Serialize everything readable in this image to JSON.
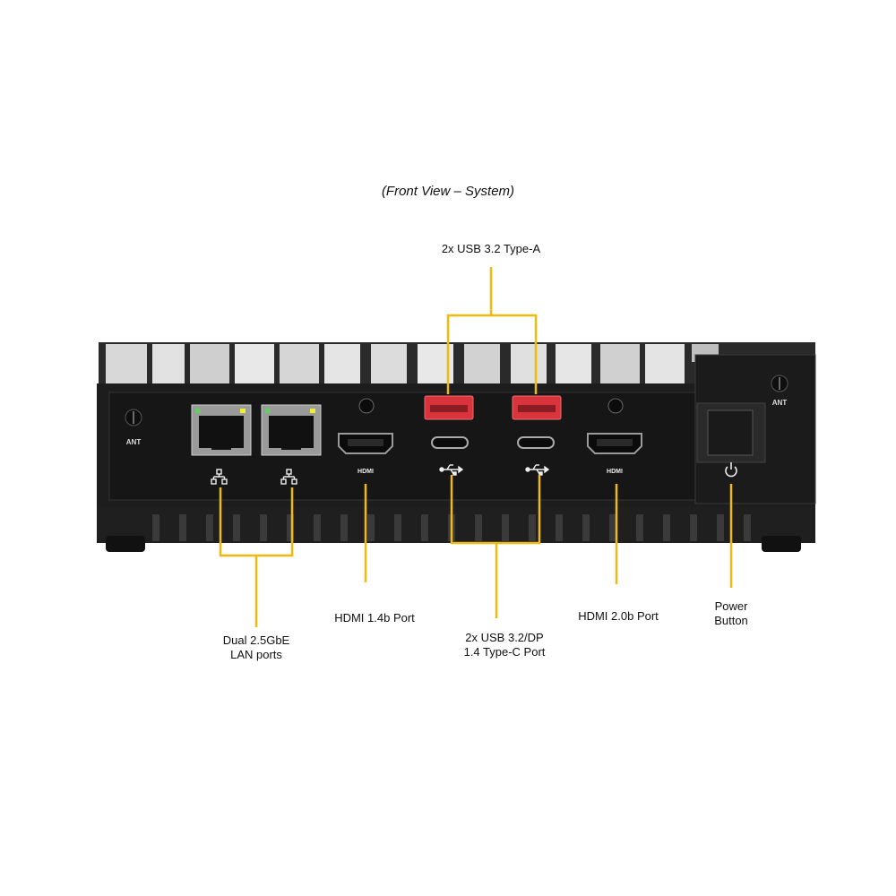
{
  "caption": "(Front View – System)",
  "labels": {
    "usb_a": "2x USB 3.2 Type-A",
    "lan_line1": "Dual 2.5GbE",
    "lan_line2": "LAN ports",
    "hdmi14": "HDMI  1.4b Port",
    "usbc_line1": "2x USB 3.2/DP",
    "usbc_line2": "1.4 Type-C Port",
    "hdmi20": "HDMI  2.0b Port",
    "power_line1": "Power",
    "power_line2": "Button"
  },
  "device_text": {
    "ant_left": "ANT",
    "ant_right": "ANT",
    "hdmi_left": "HDMI",
    "hdmi_right": "HDMI"
  },
  "colors": {
    "callout": "#f2b90f",
    "chassis": "#1d1d1d",
    "usb_a_port": "#d9343c",
    "fins": "#cfcfcf"
  },
  "icons": [
    "network-icon",
    "usb-icon",
    "power-icon",
    "antenna-icon"
  ]
}
